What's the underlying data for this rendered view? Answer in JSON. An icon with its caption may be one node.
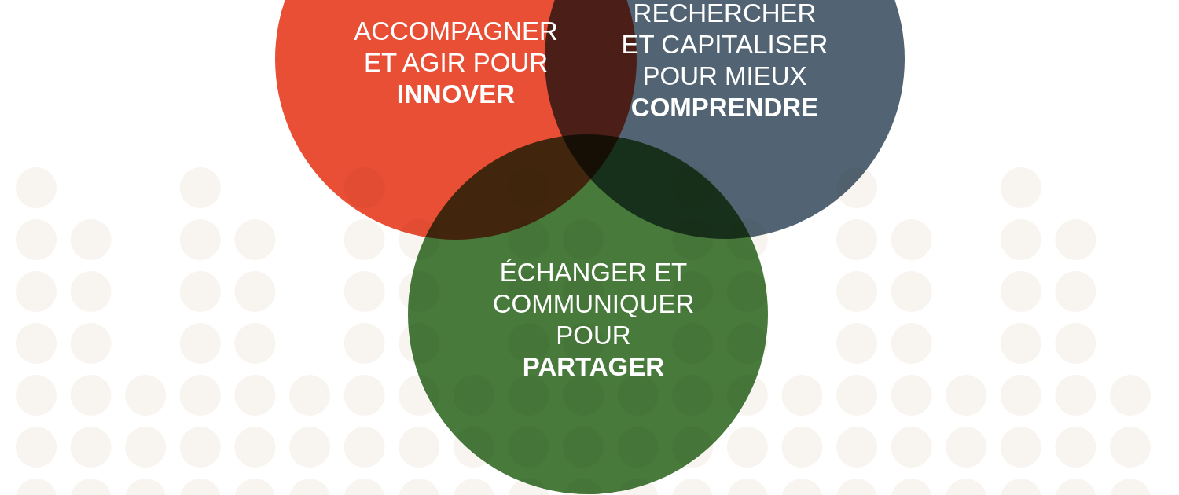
{
  "diagram": {
    "nodes": [
      {
        "text": [
          "ACCOMPAGNER ET AGIR POUR **INNOVER**"
        ]
      },
      {
        "text": [
          "RECHERCHER ET CAPITALISER POUR MIEUX **COMPRENDRE**"
        ]
      },
      {
        "text": [
          "ÉCHANGER ET COMMUNIQUER POUR **PARTAGER**"
        ]
      }
    ]
  }
}
